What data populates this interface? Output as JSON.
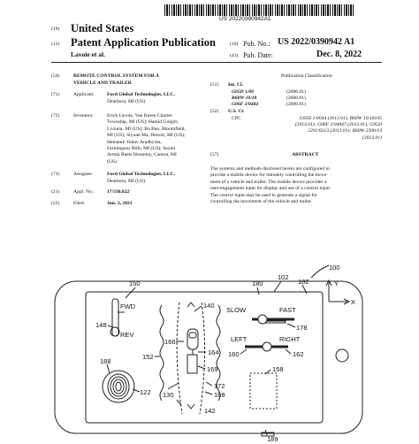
{
  "header": {
    "barcode_number": "US 20220390942A1",
    "country_tag": "(19)",
    "country": "United States",
    "pub_type_tag": "(12)",
    "pub_type": "Patent Application Publication",
    "inventor_short": "Lavoie et al.",
    "pub_no_tag": "(10)",
    "pub_no_label": "Pub. No.:",
    "pub_no": "US 2022/0390942 A1",
    "pub_date_tag": "(43)",
    "pub_date_label": "Pub. Date:",
    "pub_date": "Dec. 8, 2022"
  },
  "left": {
    "title_tag": "(54)",
    "title_line1": "REMOTE CONTROL SYSTEM FOR A",
    "title_line2": "VEHICLE AND TRAILER",
    "applicant_tag": "(71)",
    "applicant_label": "Applicant:",
    "applicant_name": "Ford Global Technologies, LLC,",
    "applicant_city": "Dearborn, MI (US)",
    "inventors_tag": "(72)",
    "inventors_label": "Inventors:",
    "inventors_lines": [
      "Erick Lavoie, Van Buren Charter",
      "Township, MI (US); Hamid Golgiri,",
      "Livonia, MI (US); Bo Bao, Bloomfield,",
      "MI (US); Siyuan Ma, Detroit, MI (US);",
      "Hemanth Yadav Aradhyula,",
      "Farmington Hills, MI (US); Seyed",
      "Armin Raeis Hosseiny, Canton, MI",
      "(US)"
    ],
    "assignee_tag": "(73)",
    "assignee_label": "Assignee:",
    "assignee_name": "Ford Global Technologies, LLC,",
    "assignee_city": "Dearborn, MI (US)",
    "appl_tag": "(21)",
    "appl_label": "Appl. No.:",
    "appl_no": "17/336,822",
    "filed_tag": "(22)",
    "filed_label": "Filed:",
    "filed_date": "Jun. 2, 2021"
  },
  "right": {
    "classification_title": "Publication Classification",
    "int_cl_tag": "(51)",
    "int_cl_label": "Int. Cl.",
    "int_cl": [
      {
        "code": "G05D 1/00",
        "year": "(2006.01)"
      },
      {
        "code": "B60W 10/18",
        "year": "(2006.01)"
      },
      {
        "code": "G06F 3/0484",
        "year": "(2006.01)"
      }
    ],
    "us_cl_tag": "(52)",
    "us_cl_label": "U.S. Cl.",
    "cpc_label": "CPC",
    "cpc_lines": [
      "G05D 1/0044 (2013.01); B60W 10/18145",
      "(2013.01); G06F 3/04847 (2013.01); G05D",
      "2201/0213 (2013.01); B60W 2300/14",
      "(2013.01)"
    ],
    "abstract_tag": "(57)",
    "abstract_title": "ABSTRACT",
    "abstract_lines": [
      "The systems and methods disclosed herein are configured to",
      "provide a mobile device for remotely controlling the move-",
      "ment of a vehicle and trailer. The mobile device provides a",
      "user-engagement input for display and use of a control input.",
      "The control input may be used to generate a signal for",
      "controlling the movement of the vehicle and trailer."
    ]
  },
  "figure": {
    "ref_100": "100",
    "ref_150": "150",
    "ref_180": "180",
    "ref_102": "102",
    "ref_182": "182",
    "ref_148": "148",
    "ref_140": "140",
    "ref_178": "178",
    "ref_166": "166",
    "ref_164": "164",
    "ref_160": "160",
    "ref_162": "162",
    "ref_152": "152",
    "ref_188": "188",
    "ref_169": "169",
    "ref_158": "158",
    "ref_172": "172",
    "ref_168": "168",
    "ref_122": "122",
    "ref_130": "130",
    "ref_142": "142",
    "ref_189": "189",
    "fwd": "FWD",
    "rev": "REV",
    "slow": "SLOW",
    "fast": "FAST",
    "left": "LEFT",
    "right": "RIGHT",
    "axis_y": "Y",
    "axis_x": "X"
  }
}
